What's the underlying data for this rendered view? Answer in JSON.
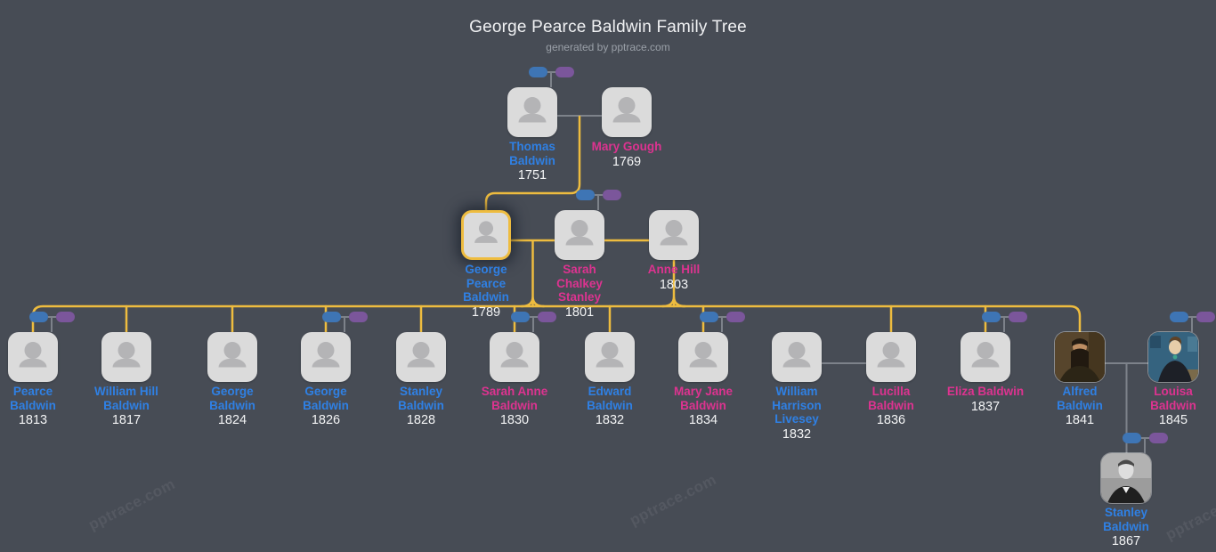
{
  "header": {
    "title": "George Pearce Baldwin Family Tree",
    "subtitle": "generated by pptrace.com"
  },
  "watermark_text": "pptrace.com",
  "colors": {
    "background": "#474c55",
    "title_text": "#f0f1f3",
    "subtitle_text": "#9aa0a8",
    "card_bg": "#dbdbdb",
    "icon_gray": "#b4b4b6",
    "male_name": "#2f80e4",
    "female_name": "#dd3390",
    "year_text": "#f3f4f5",
    "gray_line": "#7d828a",
    "gold_line": "#eebc3f",
    "chip_blue": "#3e75b5",
    "chip_purple": "#7b569b",
    "watermark": "rgba(255,255,255,0.07)"
  },
  "people": [
    {
      "name": "Thomas Baldwin",
      "year": "1751",
      "gender": "male",
      "generation": 1,
      "collapsed_parents_chip": true,
      "portrait": false,
      "highlighted": false
    },
    {
      "name": "Mary Gough",
      "year": "1769",
      "gender": "female",
      "generation": 1,
      "collapsed_parents_chip": false,
      "portrait": false,
      "highlighted": false
    },
    {
      "name": "George Pearce Baldwin",
      "year": "1789",
      "gender": "male",
      "generation": 2,
      "collapsed_parents_chip": false,
      "portrait": false,
      "highlighted": true
    },
    {
      "name": "Sarah Chalkey Stanley",
      "year": "1801",
      "gender": "female",
      "generation": 2,
      "collapsed_parents_chip": true,
      "portrait": false,
      "highlighted": false
    },
    {
      "name": "Anne Hill",
      "year": "1803",
      "gender": "female",
      "generation": 2,
      "collapsed_parents_chip": false,
      "portrait": false,
      "highlighted": false
    },
    {
      "name": "Pearce Baldwin",
      "year": "1813",
      "gender": "male",
      "generation": 3,
      "collapsed_parents_chip": true,
      "portrait": false,
      "highlighted": false
    },
    {
      "name": "William Hill Baldwin",
      "year": "1817",
      "gender": "male",
      "generation": 3,
      "collapsed_parents_chip": false,
      "portrait": false,
      "highlighted": false
    },
    {
      "name": "George Baldwin",
      "year": "1824",
      "gender": "male",
      "generation": 3,
      "collapsed_parents_chip": false,
      "portrait": false,
      "highlighted": false
    },
    {
      "name": "George Baldwin",
      "year": "1826",
      "gender": "male",
      "generation": 3,
      "collapsed_parents_chip": true,
      "portrait": false,
      "highlighted": false
    },
    {
      "name": "Stanley Baldwin",
      "year": "1828",
      "gender": "male",
      "generation": 3,
      "collapsed_parents_chip": false,
      "portrait": false,
      "highlighted": false
    },
    {
      "name": "Sarah Anne Baldwin",
      "year": "1830",
      "gender": "female",
      "generation": 3,
      "collapsed_parents_chip": true,
      "portrait": false,
      "highlighted": false
    },
    {
      "name": "Edward Baldwin",
      "year": "1832",
      "gender": "male",
      "generation": 3,
      "collapsed_parents_chip": false,
      "portrait": false,
      "highlighted": false
    },
    {
      "name": "Mary Jane Baldwin",
      "year": "1834",
      "gender": "female",
      "generation": 3,
      "collapsed_parents_chip": true,
      "portrait": false,
      "highlighted": false
    },
    {
      "name": "William Harrison Livesey",
      "year": "1832",
      "gender": "male",
      "generation": 3,
      "collapsed_parents_chip": false,
      "portrait": false,
      "highlighted": false
    },
    {
      "name": "Lucilla Baldwin",
      "year": "1836",
      "gender": "female",
      "generation": 3,
      "collapsed_parents_chip": false,
      "portrait": false,
      "highlighted": false
    },
    {
      "name": "Eliza Baldwin",
      "year": "1837",
      "gender": "female",
      "generation": 3,
      "collapsed_parents_chip": true,
      "portrait": false,
      "highlighted": false
    },
    {
      "name": "Alfred Baldwin",
      "year": "1841",
      "gender": "male",
      "generation": 3,
      "collapsed_parents_chip": false,
      "portrait": true,
      "highlighted": false
    },
    {
      "name": "Louisa Baldwin",
      "year": "1845",
      "gender": "female",
      "generation": 3,
      "collapsed_parents_chip": true,
      "portrait": true,
      "highlighted": false
    },
    {
      "name": "Stanley Baldwin",
      "year": "1867",
      "gender": "male",
      "generation": 4,
      "collapsed_parents_chip": true,
      "portrait": true,
      "highlighted": false
    }
  ]
}
